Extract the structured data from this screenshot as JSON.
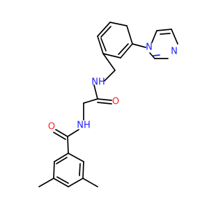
{
  "molecule": {
    "labels": {
      "imidazole_n_attached": "N",
      "imidazole_n_ring": "N",
      "amide_nh_upper": "NH",
      "carbonyl_o_upper": "O",
      "amide_nh_lower": "NH",
      "carbonyl_o_lower": "O"
    }
  },
  "colors": {
    "carbon_bond": "#000000",
    "nitrogen": "#2020ff",
    "oxygen": "#ff2020"
  }
}
